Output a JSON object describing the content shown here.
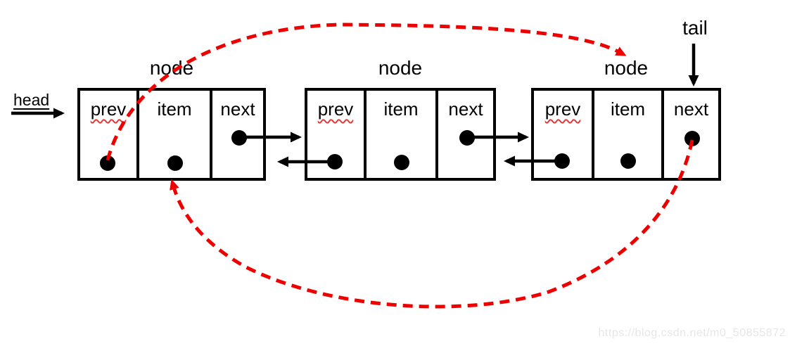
{
  "diagram": {
    "head_label": "head",
    "tail_label": "tail",
    "nodes": [
      {
        "title": "node",
        "cells": [
          "prev",
          "item",
          "next"
        ]
      },
      {
        "title": "node",
        "cells": [
          "prev",
          "item",
          "next"
        ]
      },
      {
        "title": "node",
        "cells": [
          "prev",
          "item",
          "next"
        ]
      }
    ],
    "watermark": "https://blog.csdn.net/m0_50855872",
    "colors": {
      "pointer_arrow_red": "#ee0000",
      "line_black": "#000000",
      "watermark_gray": "#e7e7e7"
    }
  }
}
